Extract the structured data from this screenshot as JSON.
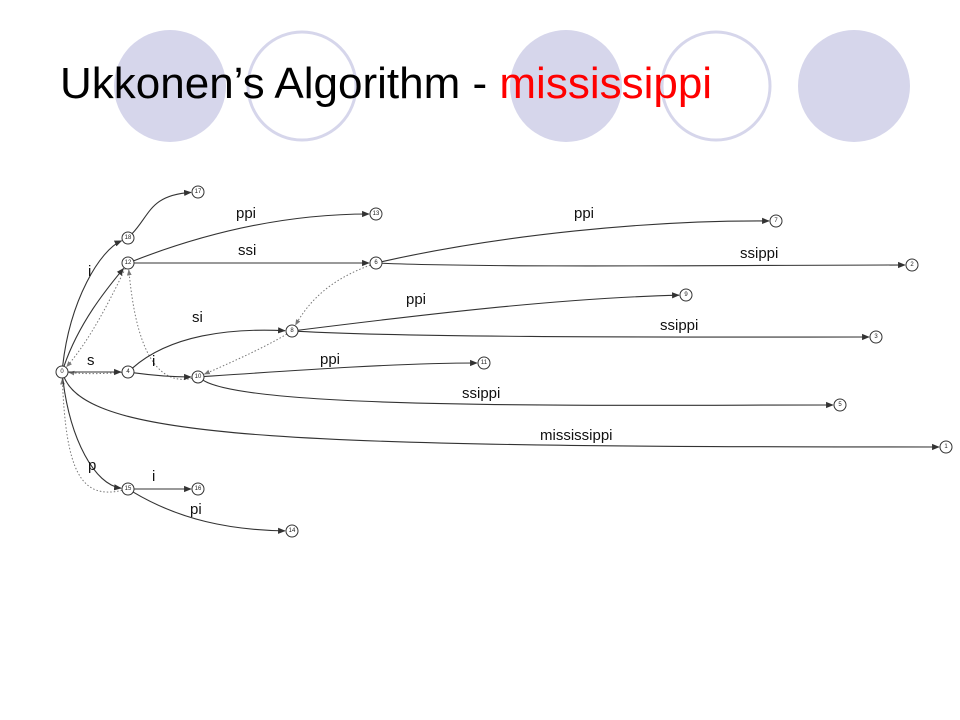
{
  "slide": {
    "title_main": "Ukkonen’s Algorithm - ",
    "title_accent": "mississippi",
    "accent_color": "#ff0000",
    "decor_circle_fill": "#d6d6eb"
  },
  "tree": {
    "nodes": [
      {
        "id": "0"
      },
      {
        "id": "1"
      },
      {
        "id": "2"
      },
      {
        "id": "3"
      },
      {
        "id": "4"
      },
      {
        "id": "5"
      },
      {
        "id": "6"
      },
      {
        "id": "7"
      },
      {
        "id": "8"
      },
      {
        "id": "9"
      },
      {
        "id": "10"
      },
      {
        "id": "11"
      },
      {
        "id": "12"
      },
      {
        "id": "13"
      },
      {
        "id": "14"
      },
      {
        "id": "15"
      },
      {
        "id": "16"
      },
      {
        "id": "17"
      },
      {
        "id": "18"
      }
    ],
    "edges": [
      {
        "from": "0",
        "to": "18",
        "label": ""
      },
      {
        "from": "18",
        "to": "17",
        "label": ""
      },
      {
        "from": "0",
        "to": "12",
        "label": "i"
      },
      {
        "from": "12",
        "to": "13",
        "label": "ppi"
      },
      {
        "from": "12",
        "to": "6",
        "label": "ssi"
      },
      {
        "from": "6",
        "to": "7",
        "label": "ppi"
      },
      {
        "from": "6",
        "to": "2",
        "label": "ssippi"
      },
      {
        "from": "0",
        "to": "4",
        "label": "s"
      },
      {
        "from": "4",
        "to": "8",
        "label": "si"
      },
      {
        "from": "8",
        "to": "9",
        "label": "ppi"
      },
      {
        "from": "8",
        "to": "3",
        "label": "ssippi"
      },
      {
        "from": "4",
        "to": "10",
        "label": "i"
      },
      {
        "from": "10",
        "to": "11",
        "label": "ppi"
      },
      {
        "from": "10",
        "to": "5",
        "label": "ssippi"
      },
      {
        "from": "0",
        "to": "1",
        "label": "mississippi"
      },
      {
        "from": "0",
        "to": "15",
        "label": "p"
      },
      {
        "from": "15",
        "to": "16",
        "label": "i"
      },
      {
        "from": "15",
        "to": "14",
        "label": "pi"
      }
    ],
    "suffix_links": [
      {
        "from": "12",
        "to": "0"
      },
      {
        "from": "4",
        "to": "0"
      },
      {
        "from": "15",
        "to": "0"
      },
      {
        "from": "6",
        "to": "8"
      },
      {
        "from": "8",
        "to": "10"
      },
      {
        "from": "10",
        "to": "12"
      }
    ]
  }
}
